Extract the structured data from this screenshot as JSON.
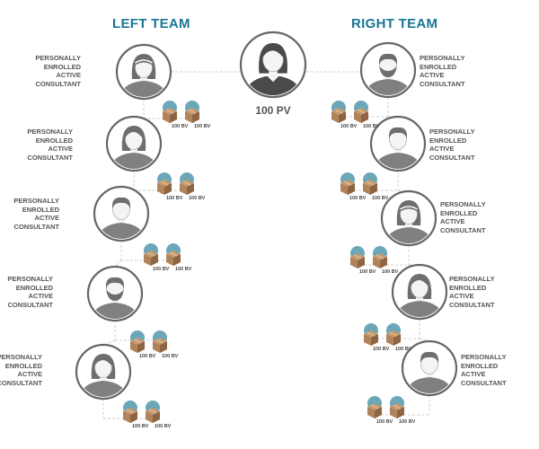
{
  "headers": {
    "left": "LEFT TEAM",
    "right": "RIGHT TEAM"
  },
  "center": {
    "pv_label": "100 PV"
  },
  "consultant_label": [
    "PERSONALLY",
    "ENROLLED",
    "ACTIVE",
    "CONSULTANT"
  ],
  "bv_label": "100 BV",
  "colors": {
    "title": "#1a7594",
    "avatar_circle": "#666666",
    "avatar_fill": "#808080",
    "dot": "#6ba7b8",
    "box": "#b0835a",
    "line": "#d0d0d0"
  },
  "left_team": [
    {
      "gender": "female",
      "icon": "woman-headband-icon"
    },
    {
      "gender": "female",
      "icon": "woman-long-hair-icon"
    },
    {
      "gender": "male",
      "icon": "man-short-hair-icon"
    },
    {
      "gender": "male-beard",
      "icon": "man-beard-icon"
    },
    {
      "gender": "female",
      "icon": "woman-long-hair-icon"
    }
  ],
  "right_team": [
    {
      "gender": "male-beard",
      "icon": "man-beard-icon"
    },
    {
      "gender": "male",
      "icon": "man-short-hair-icon"
    },
    {
      "gender": "female",
      "icon": "woman-headband-icon"
    },
    {
      "gender": "female",
      "icon": "woman-long-hair-icon"
    },
    {
      "gender": "male",
      "icon": "man-short-hair-icon"
    }
  ]
}
